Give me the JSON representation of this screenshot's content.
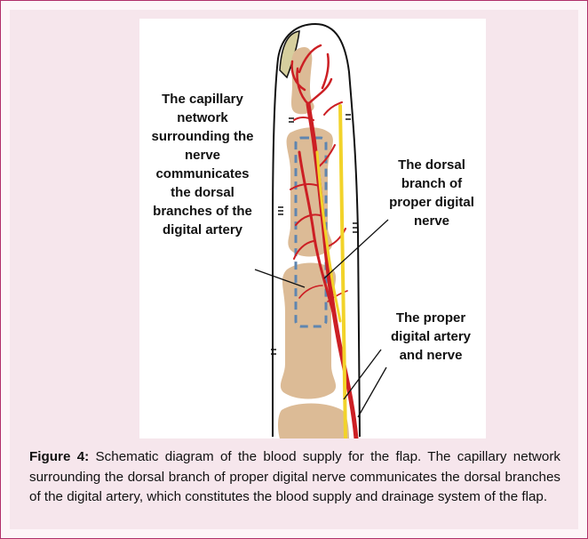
{
  "figure": {
    "annotations": {
      "capillary_network": "The capillary\nnetwork\nsurrounding the\nnerve\ncommunicates\nthe dorsal\nbranches of the\ndigital artery",
      "dorsal_branch": "The dorsal\nbranch of\nproper digital\nnerve",
      "proper_artery": "The proper\ndigital artery\nand nerve"
    },
    "colors": {
      "bone": "#dcbb96",
      "artery": "#cc1f24",
      "nerve": "#f2d32a",
      "dashed_outline": "#5f86b0",
      "frame": "#b0306a",
      "panel": "#f6e6ec"
    }
  },
  "caption": {
    "label": "Figure 4:",
    "text": " Schematic diagram of the blood supply for the flap. The capillary network surrounding the dorsal branch of proper digital nerve communicates the dorsal branches of the digital artery, which constitutes the blood supply and drainage system of the flap."
  }
}
